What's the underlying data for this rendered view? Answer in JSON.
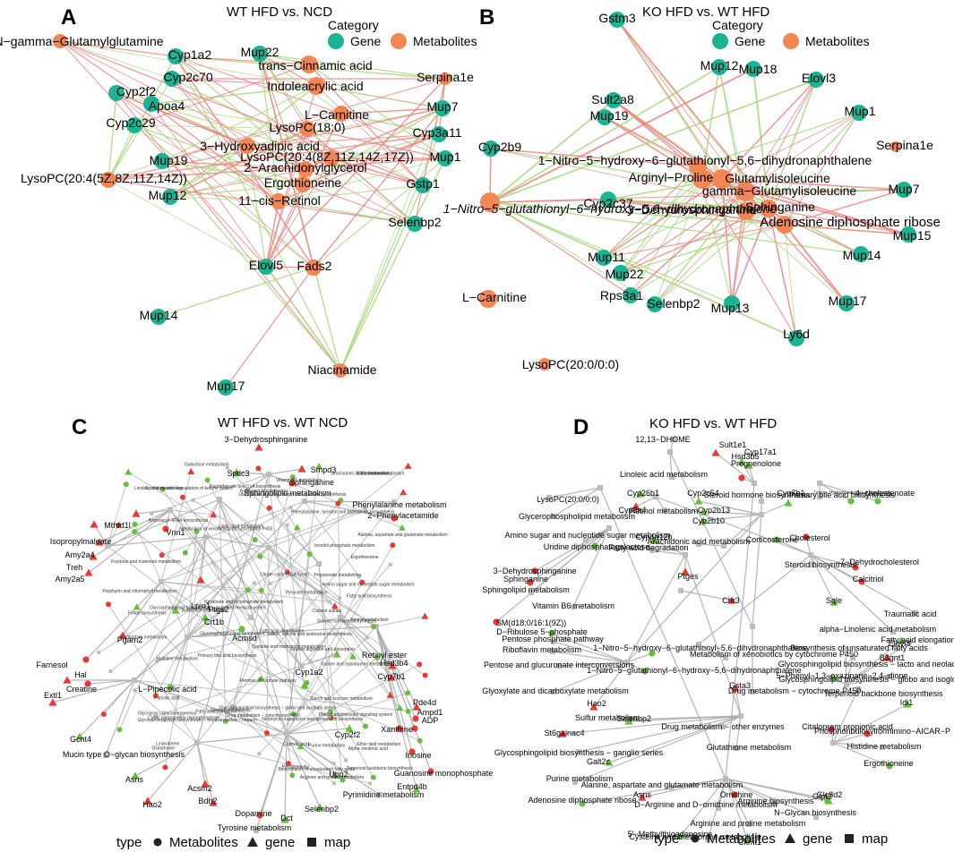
{
  "colors": {
    "gene": "#1ab394",
    "metabolite": "#f28655",
    "edge_red": "#ec7f80",
    "edge_green": "#a6d67c",
    "map_edge": "#a8a8a8",
    "map_node": "#bcbcbc",
    "net_red": "#e53a35",
    "net_green": "#69bd3e"
  },
  "panelA": {
    "label": "A",
    "title": "WT HFD vs. NCD",
    "legend": {
      "title": "Category",
      "gene": "Gene",
      "metabolites": "Metabolites"
    },
    "hubs": [
      "Cyp1a2",
      "Mup22",
      "Cyp2f2",
      "Cyp2c70",
      "Apoa4",
      "Cyp2c29",
      "Mup19",
      "Mup12",
      "Mup7",
      "Cyp3a11",
      "Mup1",
      "Gstp1",
      "Selenbp2",
      "Elovl5",
      "Fads2"
    ],
    "nodes": {
      "n1": "N−gamma−Glutamylglutamine",
      "n2": "Cyp1a2",
      "n3": "Mup22",
      "n4": "trans−Cinnamic acid",
      "n5": "Serpina1e",
      "n6": "Cyp2c70",
      "n7": "Indoleacrylic acid",
      "n8": "Cyp2f2",
      "n9": "Apoa4",
      "n10": "L−Carnitine",
      "n11": "Mup7",
      "n12": "Cyp2c29",
      "n13": "LysoPC(18:0)",
      "n14": "Cyp3a11",
      "n15": "3−Hydroxyadipic acid",
      "n16": "LysoPC(20:4(8Z,11Z,14Z,17Z))",
      "n17": "Mup19",
      "n18": "2−Arachidonylglycerol",
      "n19": "Mup1",
      "n20": "LysoPC(20:4(5Z,8Z,11Z,14Z))",
      "n21": "Ergothioneine",
      "n22": "Gstp1",
      "n23": "Mup12",
      "n24": "11−cis−Retinol",
      "n25": "Selenbp2",
      "n26": "Elovl5",
      "n27": "Fads2",
      "n28": "Mup14",
      "n29": "Niacinamide",
      "n30": "Mup17"
    }
  },
  "panelB": {
    "label": "B",
    "title": "KO HFD vs. WT HFD",
    "legend": {
      "title": "Category",
      "gene": "Gene",
      "metabolites": "Metabolites"
    },
    "hubs": [
      "Arginyl−Proline",
      "Glutamylisoleucine",
      "Sphinganine",
      "gamma−Glutamylisoleucine",
      "3−Dehydrosphinganine",
      "Adenosine diphosphate ribose",
      "1−Nitro−5−hydroxy−6−glutathionyl−5,6−dihydronaphthalene",
      "1−Nitro−5−glutathionyl−6−hydroxy−5,6−dihydronaphthalene"
    ],
    "nodes": {
      "n1": "Gstm3",
      "n2": "Mup12",
      "n3": "Mup18",
      "n4": "Elovl3",
      "n5": "Sult2a8",
      "n6": "Mup19",
      "n7": "Mup1",
      "n8": "Cyp2b9",
      "n9": "1−Nitro−5−hydroxy−6−glutathionyl−5,6−dihydronaphthalene",
      "n10": "Serpina1e",
      "n11": "Arginyl−Proline",
      "n12": "Glutamylisoleucine",
      "n13": "gamma−Glutamylisoleucine",
      "n14": "Mup7",
      "n15": "1−Nitro−5−glutathionyl−6−hydroxy−5,6−dihydronaphthalene",
      "n16": "Cyp2c37",
      "n17": "3−Dehydrosphinganine",
      "n18": "Sphinganine",
      "n19": "Adenosine diphosphate ribose",
      "n20": "Mup15",
      "n21": "Mup14",
      "n22": "Mup11",
      "n23": "Mup22",
      "n24": "Rps3a1",
      "n25": "L−Carnitine",
      "n26": "Selenbp2",
      "n27": "Mup13",
      "n28": "Mup17",
      "n29": "Ly6d",
      "n30": "LysoPC(20:0/0:0)"
    }
  },
  "panelC": {
    "label": "C",
    "title": "WT HFD vs. WT NCD",
    "labels": {
      "l1": "3−Dehydrosphinganine",
      "l2": "Smpd3",
      "l3": "Sptlc3",
      "l4": "Sphinganine",
      "l5": "Sphingolipid metabolism",
      "l6": "Mthfd1l",
      "l7": "Vnn1",
      "l8": "Phenylalanine metabolism",
      "l9": "2−Phenylacetamide",
      "l10": "Isopropylmaleate",
      "l11": "Amy2a4",
      "l12": "Treh",
      "l13": "Amy2a5",
      "l14": "Lpin1",
      "l15": "Ptgs2",
      "l16": "Crt1b",
      "l17": "Acmsd",
      "l18": "Pgam2",
      "l19": "Farnesol",
      "l20": "Hal",
      "l21": "Creatine",
      "l22": "L−Pipecolic acid",
      "l23": "Retinyl ester",
      "l24": "Hsd3b4",
      "l25": "Cyp7b1",
      "l26": "Cyp1a2",
      "l27": "Extl1",
      "l28": "Pde4d",
      "l29": "Ampd1",
      "l30": "ADP",
      "l31": "Xanthine",
      "l32": "Cyp2f2",
      "l33": "Inosine",
      "l34": "Gcnt4",
      "l35": "Mucin type O−glycan biosynthesis",
      "l36": "Guanosine monophosphate",
      "l37": "Entpd4b",
      "l38": "Upp2",
      "l39": "Pyrimidine metabolism",
      "l40": "Asns",
      "l41": "Hao2",
      "l42": "Acsm2",
      "l43": "Bdh2",
      "l44": "Selenbp2",
      "l45": "Dopamine",
      "l46": "Dct",
      "l47": "Tyrosine metabolism"
    }
  },
  "panelD": {
    "label": "D",
    "title": "KO HFD vs. WT HFD",
    "labels": {
      "l1": "12,13−DHOME",
      "l2": "Sult1e1",
      "l3": "Hsd3b5",
      "l4": "Cyp17a1",
      "l5": "Pregnenolone",
      "l6": "Linoleic acid metabolism",
      "l7": "LysoPC(20:0/0:0)",
      "l8": "Cyp26b1",
      "l9": "Cyp2c54",
      "l10": "Steroid hormone biosynthesis",
      "l11": "Cyp7b1",
      "l12": "Primary bile acid biosynthesis",
      "l13": "7alpha−Hydroxy−cholest−4−en−3−one",
      "l14": "4−cholestenoate",
      "l15": "Glycerophospholipid metabolism",
      "l16": "Cyp2a4",
      "l17": "Retinol metabolism",
      "l18": "Cyp2b13",
      "l19": "Cyp2b10",
      "l20": "Cholesterol",
      "l21": "Corticosterone",
      "l22": "Amino sugar and nucleotide sugar metabolism",
      "l23": "Uridine diphosphategalactose",
      "l24": "Cyp4a12b",
      "l25": "Fatty acid degradation",
      "l26": "Arachidonic acid metabolism",
      "l27": "Steroid biosynthesis",
      "l28": "7−Dehydrocholesterol",
      "l29": "Calcitriol",
      "l30": "Ptges",
      "l31": "Sqle",
      "l32": "Traumatic acid",
      "l33": "3−Dehydrosphinganine",
      "l34": "Sphinganine",
      "l35": "Chr3",
      "l36": "alpha−Linolenic acid metabolism",
      "l37": "Sphingolipid metabolism",
      "l38": "Vitamin B6 metabolism",
      "l39": "Biosynthesis of unsaturated fatty acids",
      "l40": "Elovl3",
      "l41": "Fatty acid elongation",
      "l42": "SM(d18:0/16:1(9Z))",
      "l43": "D−Ribulose 5−phosphate",
      "l44": "Pentose phosphate pathway",
      "l45": "Riboflavin metabolism",
      "l46": "1−Nitro−5−hydroxy−6−glutathionyl−5,6−dihydronaphthalene",
      "l47": "Metabolism of xenobiotics by cytochrome P450",
      "l48": "Pentose and glucuronate interconversions",
      "l49": "Glycosphingolipid biosynthesis − lacto and neolacto series",
      "l50": "B3gnt1",
      "l51": "Glycosphingolipid biosynthesis − globo and isoglobo series",
      "l52": "1−Nitro−5−glutathionyl−6−hydroxy−5,6−dihydronaphthalene",
      "l53": "5−Phenyl−1,3−oxazinane−2,4−dione",
      "l54": "Glyoxylate and dicarboxylate metabolism",
      "l55": "Hao2",
      "l56": "Drug metabolism − cytochrome P450",
      "l57": "Terpenoid backbone biosynthesis",
      "l58": "Idi1",
      "l59": "Gsta3",
      "l60": "Sulfur metabolism",
      "l61": "Selenbp2",
      "l62": "Drug metabolism − other enzymes",
      "l63": "Citalopram propionic acid",
      "l64": "Phosphoribulosylformimino−AICAR−P",
      "l65": "St6galnac4",
      "l66": "Glycosphingolipid biosynthesis − ganglio series",
      "l67": "Glutathione metabolism",
      "l68": "Histidine metabolism",
      "l69": "Galt2c",
      "l70": "Ergothioneine",
      "l71": "Purine metabolism",
      "l72": "Alanine, aspartate and glutamate metabolism",
      "l73": "Asns",
      "l74": "Adenosine diphosphate ribose",
      "l75": "Ornithine",
      "l76": "D−Arginine and D−ornithine metabolism",
      "l77": "Arginine biosynthesis",
      "l78": "Gfpt2",
      "l79": "Glc8d2",
      "l80": "N−Glycan biosynthesis",
      "l81": "Arginine and proline metabolism",
      "l82": "5'−Methylthioadenosine",
      "l83": "Cysteine and methionine metabolism",
      "l84": "Ckmt1"
    }
  },
  "legendBottom": {
    "type": "type",
    "metabolites": "Metabolites",
    "gene": "gene",
    "map": "map"
  },
  "tinyLabelsC": [
    "Lipoic acid metabolism",
    "Pantothenate and CoA biosynthesis",
    "Vitamin digestion and absorption",
    "Caprylic acid",
    "Fatty acid biosynthesis",
    "Palmitic acid",
    "Ether lipid metabolism",
    "Fatty acid degradation",
    "Glycosphingolipid biosynthesis − globo and isoglobo series",
    "Valine, leucine and isoleucine biosynthesis",
    "Starch and sucrose metabolism",
    "Galactose metabolism",
    "Aminoacyl−tRNA biosynthesis",
    "Amino sugar and nucleotide sugar metabolism",
    "Neomycin, kanamycin and gentamicin biosynthesis",
    "Phenylalanine, tyrosine and tryptophan biosynthesis",
    "Cyclic pyranopterin monophosphate",
    "Folate biosynthesis",
    "Phosphatidylinositol signaling system",
    "Fructose and mannose metabolism",
    "Propanoate metabolism",
    "Pyruvate metabolism",
    "Inositol phosphate metabolism",
    "Glycolysis / Gluconeogenesis",
    "Citrate cycle (TCA cycle)",
    "Arginine and proline metabolism",
    "N−Glycan biosynthesis",
    "Terpenoid backbone biosynthesis",
    "Glycosaminoglycan biosynthesis − heparan sulfate / heparin",
    "Histidine metabolism",
    "Tryptophan metabolism",
    "Vitamin B6 metabolism",
    "Pentose phosphate pathway",
    "Butanoate metabolism",
    "Synthesis and degradation of ketone bodies",
    "Taurine and hypotaurine metabolism",
    "Glutathione metabolism",
    "Metabolism of xenobiotics by cytochrome P450",
    "Drug metabolism − cytochrome P450",
    "Primary bile acid biosynthesis",
    "Steroid biosynthesis",
    "Steroid hormone biosynthesis",
    "Retinol metabolism",
    "Ubiquinone and other terpenoid−quinone biosynthesis",
    "Linoleic acid metabolism",
    "Arachidonic acid metabolism",
    "Glycerophospholipid metabolism",
    "Purine metabolism",
    "Cysteine and methionine metabolism",
    "Porphyrin and chlorophyll metabolism",
    "Alanine, aspartate and glutamate metabolism",
    "Nicotinate and nicotinamide metabolism",
    "Sulfur metabolism",
    "Glycosphingolipid biosynthesis − lacto and neolacto series",
    "Biosynthesis of unsaturated fatty acids",
    "Fatty acid elongation",
    "Alpha−linolenic acid",
    "Cortisol sulfate",
    "Prostaglandin",
    "Leukotriene",
    "Ergothioneine",
    "Glutathione"
  ]
}
